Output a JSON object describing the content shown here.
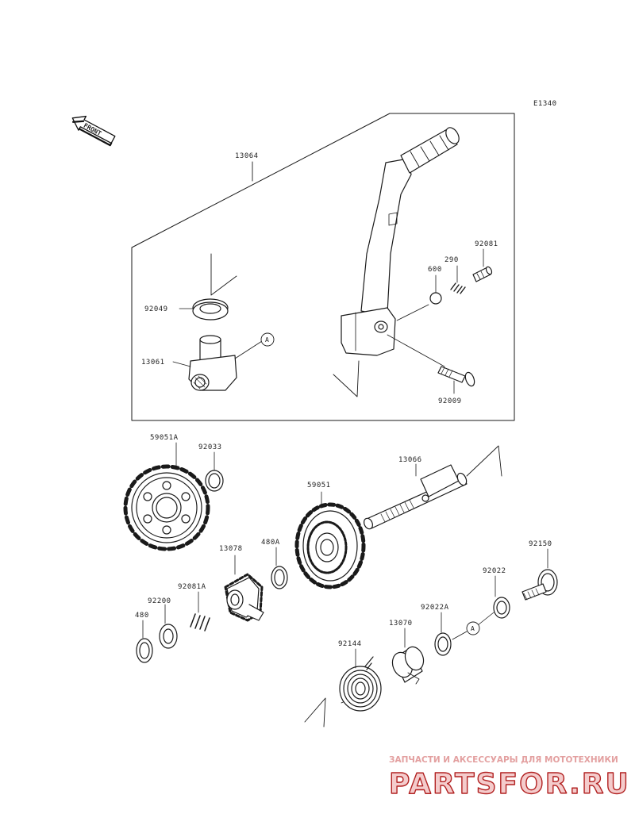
{
  "diagram": {
    "code": "E1340",
    "front_label": "FRONT",
    "callout_letter": "A",
    "parts": [
      {
        "id": "13064",
        "label": "13064"
      },
      {
        "id": "290",
        "label": "290"
      },
      {
        "id": "92081",
        "label": "92081"
      },
      {
        "id": "600",
        "label": "600"
      },
      {
        "id": "92049",
        "label": "92049"
      },
      {
        "id": "13061",
        "label": "13061"
      },
      {
        "id": "92009",
        "label": "92009"
      },
      {
        "id": "59051A",
        "label": "59051A"
      },
      {
        "id": "92033",
        "label": "92033"
      },
      {
        "id": "13066",
        "label": "13066"
      },
      {
        "id": "59051",
        "label": "59051"
      },
      {
        "id": "13078",
        "label": "13078"
      },
      {
        "id": "480A",
        "label": "480A"
      },
      {
        "id": "92150",
        "label": "92150"
      },
      {
        "id": "92022",
        "label": "92022"
      },
      {
        "id": "92081A",
        "label": "92081A"
      },
      {
        "id": "92200",
        "label": "92200"
      },
      {
        "id": "480",
        "label": "480"
      },
      {
        "id": "92022A",
        "label": "92022A"
      },
      {
        "id": "13070",
        "label": "13070"
      },
      {
        "id": "92144",
        "label": "92144"
      }
    ]
  },
  "watermark": {
    "subtitle": "ЗАПЧАСТИ И АКСЕССУАРЫ ДЛЯ МОТОТЕХНИКИ",
    "brand": "PARTSFOR.RU",
    "color": "#b22222"
  }
}
